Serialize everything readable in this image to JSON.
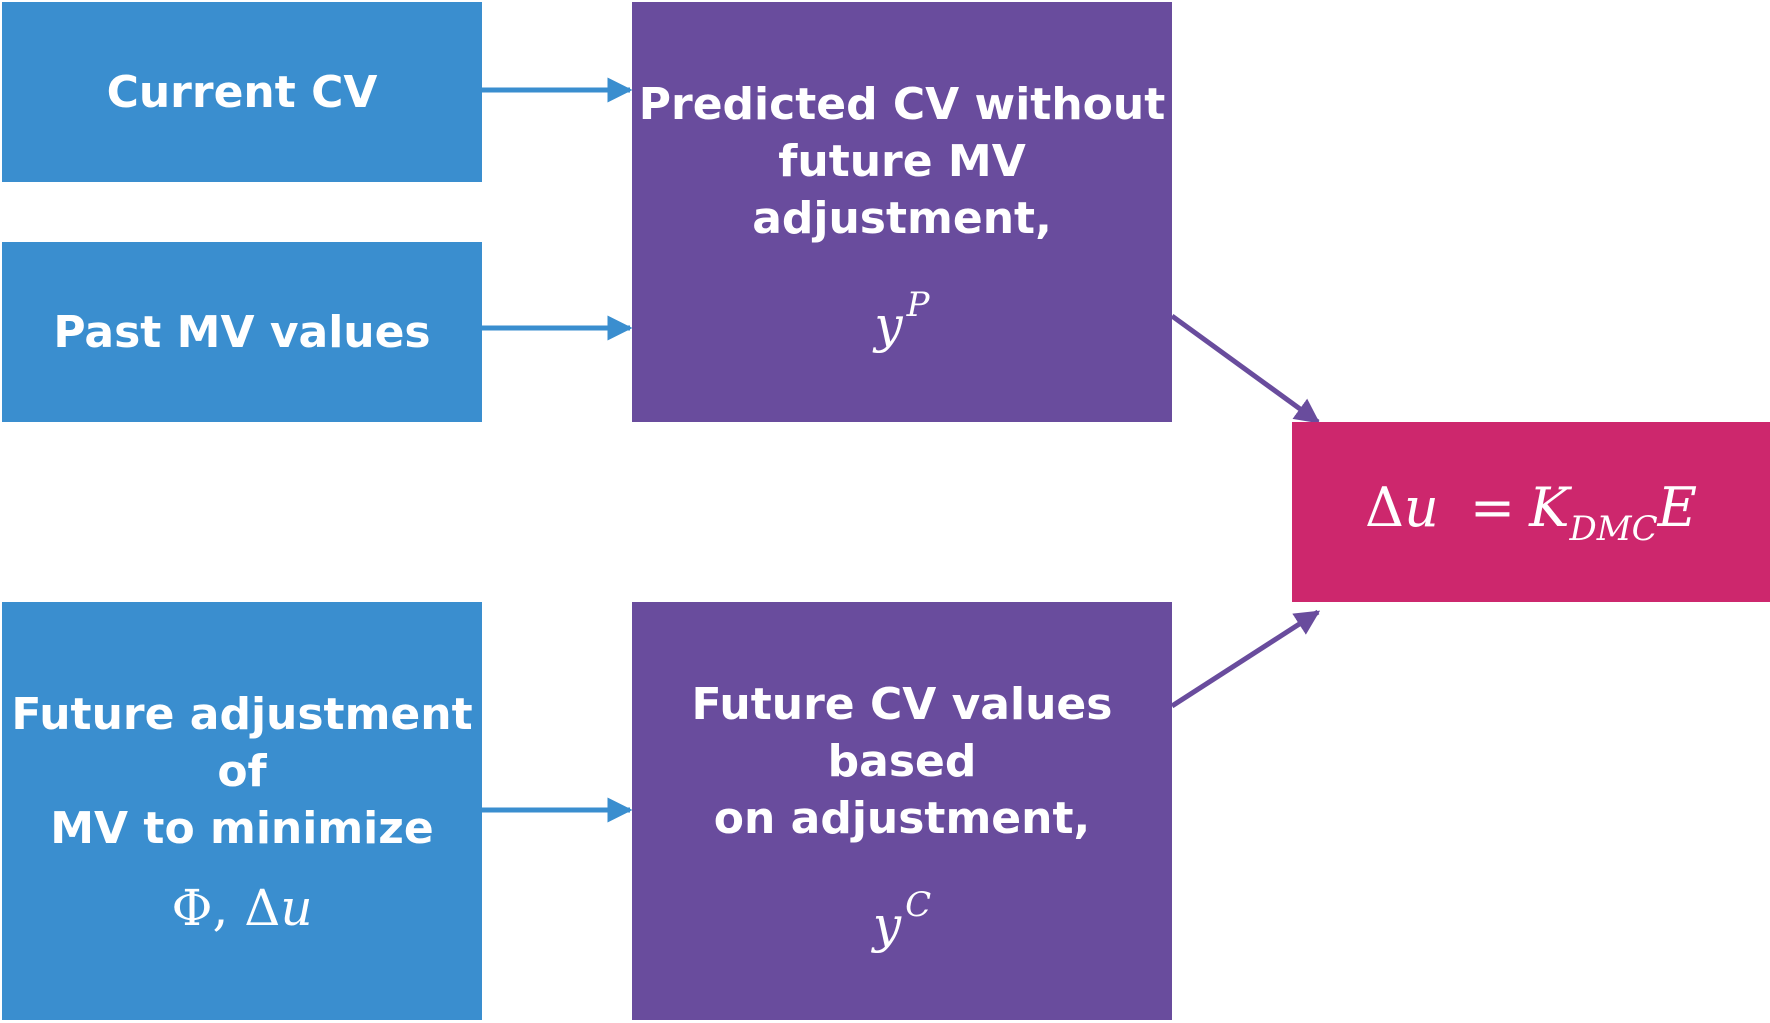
{
  "nodes": {
    "current_cv": {
      "label": "Current CV"
    },
    "past_mv": {
      "label": "Past MV values"
    },
    "future_adjustment": {
      "label": "Future adjustment of\nMV to minimize",
      "math": {
        "phi": "Φ",
        "comma": ",",
        "delta": "Δ",
        "u": "u"
      }
    },
    "predicted_cv": {
      "label": "Predicted CV without\nfuture MV adjustment,",
      "math": {
        "base": "y",
        "sup": "P"
      }
    },
    "future_cv": {
      "label": "Future CV values based\non adjustment,",
      "math": {
        "base": "y",
        "sup": "C"
      }
    },
    "dmc_equation": {
      "delta": "Δ",
      "u": "u",
      "equals": "=",
      "K": "K",
      "sub": "DMC",
      "E": "E"
    }
  },
  "colors": {
    "input_box": "#3a8ecf",
    "prediction_box": "#694c9d",
    "result_box": "#cd276d",
    "arrow_blue": "#3a8ecf",
    "arrow_purple": "#694c9d",
    "text": "#ffffff"
  }
}
